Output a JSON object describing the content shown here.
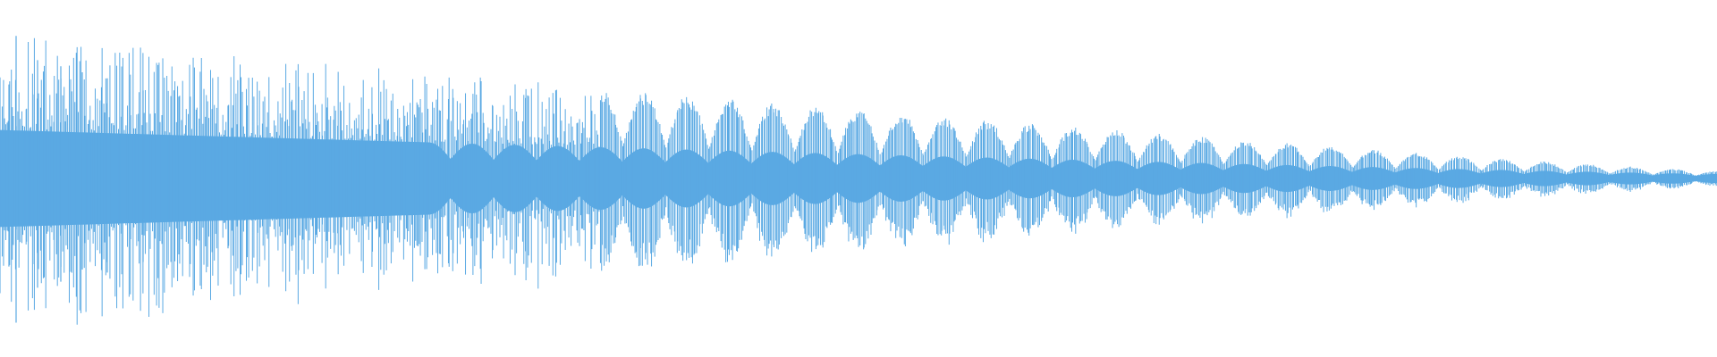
{
  "waveform": {
    "color": "#5aa9e3",
    "envelope": {
      "description_free": true,
      "peak_amplitude_start": 0.95,
      "peak_amplitude_end": 0.05,
      "body_amplitude_start": 0.32,
      "body_amplitude_end": 0.03,
      "beat_cycles": 40
    }
  }
}
